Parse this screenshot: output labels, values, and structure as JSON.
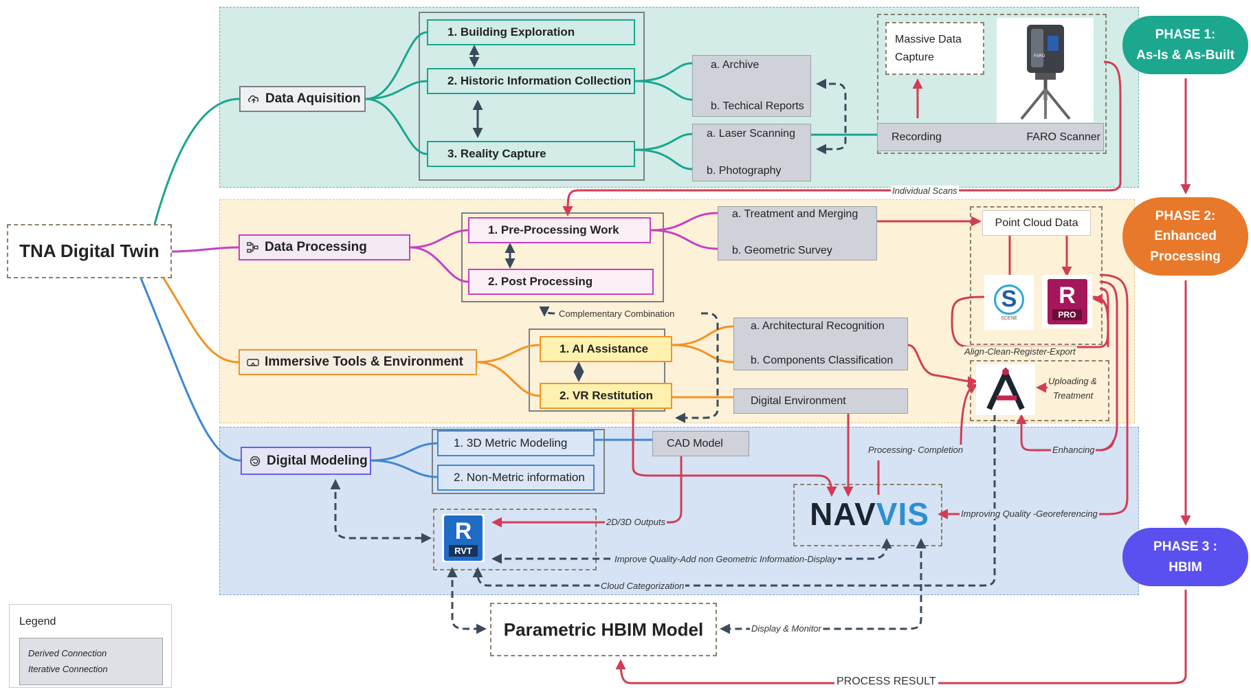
{
  "root": {
    "title": "TNA Digital Twin"
  },
  "categories": {
    "acquisition": "Data Aquisition",
    "processing": "Data Processing",
    "immersive": "Immersive Tools & Environment",
    "modeling": "Digital Modeling"
  },
  "acquisition": {
    "items": [
      "1.  Building Exploration",
      "2.  Historic Information Collection",
      "3.  Reality Capture"
    ],
    "historic_sub": [
      "a. Archive",
      "b. Techical Reports"
    ],
    "capture_sub": [
      "a. Laser Scanning",
      "b. Photography"
    ],
    "massive": "Massive Data Capture",
    "recording": "Recording",
    "faro": "FARO Scanner"
  },
  "processing": {
    "items": [
      "1.  Pre-Processing Work",
      "2.  Post Processing"
    ],
    "pre_sub": [
      "a. Treatment and Merging",
      "b. Geometric Survey"
    ],
    "point_cloud": "Point Cloud Data"
  },
  "immersive": {
    "items": [
      "1.  AI Assistance",
      "2.  VR Restitution"
    ],
    "ai_sub": [
      "a. Architectural Recognition",
      "b. Components Classification"
    ],
    "digital_env": "Digital Environment"
  },
  "modeling": {
    "items": [
      "1.  3D Metric Modeling",
      "2.  Non-Metric information"
    ],
    "cad": "CAD Model",
    "hbim_model": "Parametric HBIM Model"
  },
  "logos": {
    "navvis_nav": "NAV",
    "navvis_vis": "VIS",
    "revit": "R",
    "revit_caption": "RVT",
    "recap": "R",
    "recap_caption": "PRO",
    "scene": "S",
    "scene_caption": "SCENE"
  },
  "phases": [
    {
      "line1": "PHASE 1:",
      "line2": "As-Is & As-Built",
      "color": "#1ba88f"
    },
    {
      "line1": "PHASE 2:",
      "line2": "Enhanced",
      "line3": "Processing",
      "color": "#e8782a"
    },
    {
      "line1": "PHASE 3 :",
      "line2": "HBIM",
      "color": "#5a50f0"
    }
  ],
  "edge_labels": {
    "individual_scans": "Individual Scans",
    "complementary": "Complementary Combination",
    "align": "Align-Clean-Register-Export",
    "uploading": "Uploading &",
    "treatment": "Treatment",
    "processing_completion": "Processing- Completion",
    "enhancing": "Enhancing",
    "improving_quality": "Improving Quality -Georeferencing",
    "outputs": "2D/3D Outputs",
    "improve_display": "Improve Quality-Add non Geometric Information-Display",
    "cloud_cat": "Cloud Categorization",
    "display_monitor": "Display & Monitor",
    "process_result": "PROCESS RESULT"
  },
  "legend": {
    "title": "Legend",
    "derived": "Derived Connection",
    "iterative": "Iterative Connection"
  },
  "colors": {
    "derived": "#d23c54",
    "iterative": "#3a4a5c",
    "teal": "#18a68e",
    "magenta": "#c640c6",
    "orange": "#f39321",
    "blue": "#3d87d3"
  }
}
